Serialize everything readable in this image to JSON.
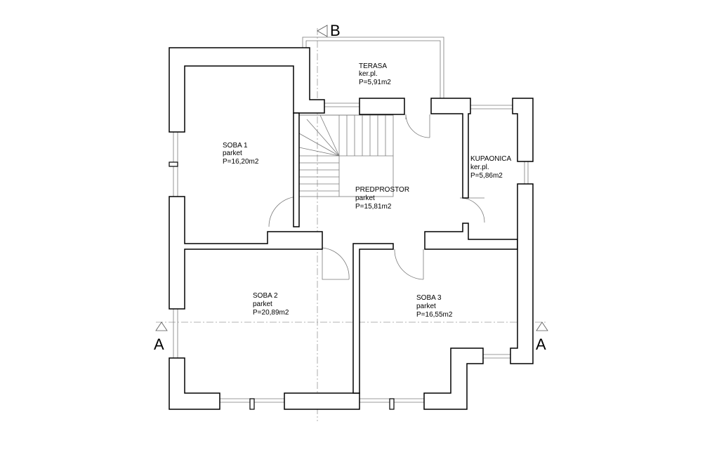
{
  "colors": {
    "wall": "#000000",
    "wall_fill": "#ffffff",
    "thin_line": "#7a7a7a",
    "section_line": "#9a9a9a",
    "background": "#ffffff"
  },
  "rooms": {
    "terasa": {
      "name": "TERASA",
      "floor": "ker.pl.",
      "area": "P=5,91m2"
    },
    "soba1": {
      "name": "SOBA 1",
      "floor": "parket",
      "area": "P=16,20m2"
    },
    "kupaonica": {
      "name": "KUPAONICA",
      "floor": "ker.pl.",
      "area": "P=5,86m2"
    },
    "predprostor": {
      "name": "PREDPROSTOR",
      "floor": "parket",
      "area": "P=15,81m2"
    },
    "soba2": {
      "name": "SOBA 2",
      "floor": "parket",
      "area": "P=20,89m2"
    },
    "soba3": {
      "name": "SOBA 3",
      "floor": "parket",
      "area": "P=16,55m2"
    }
  },
  "section_marks": {
    "a_left": "A",
    "a_right": "A",
    "b_top": "B"
  }
}
